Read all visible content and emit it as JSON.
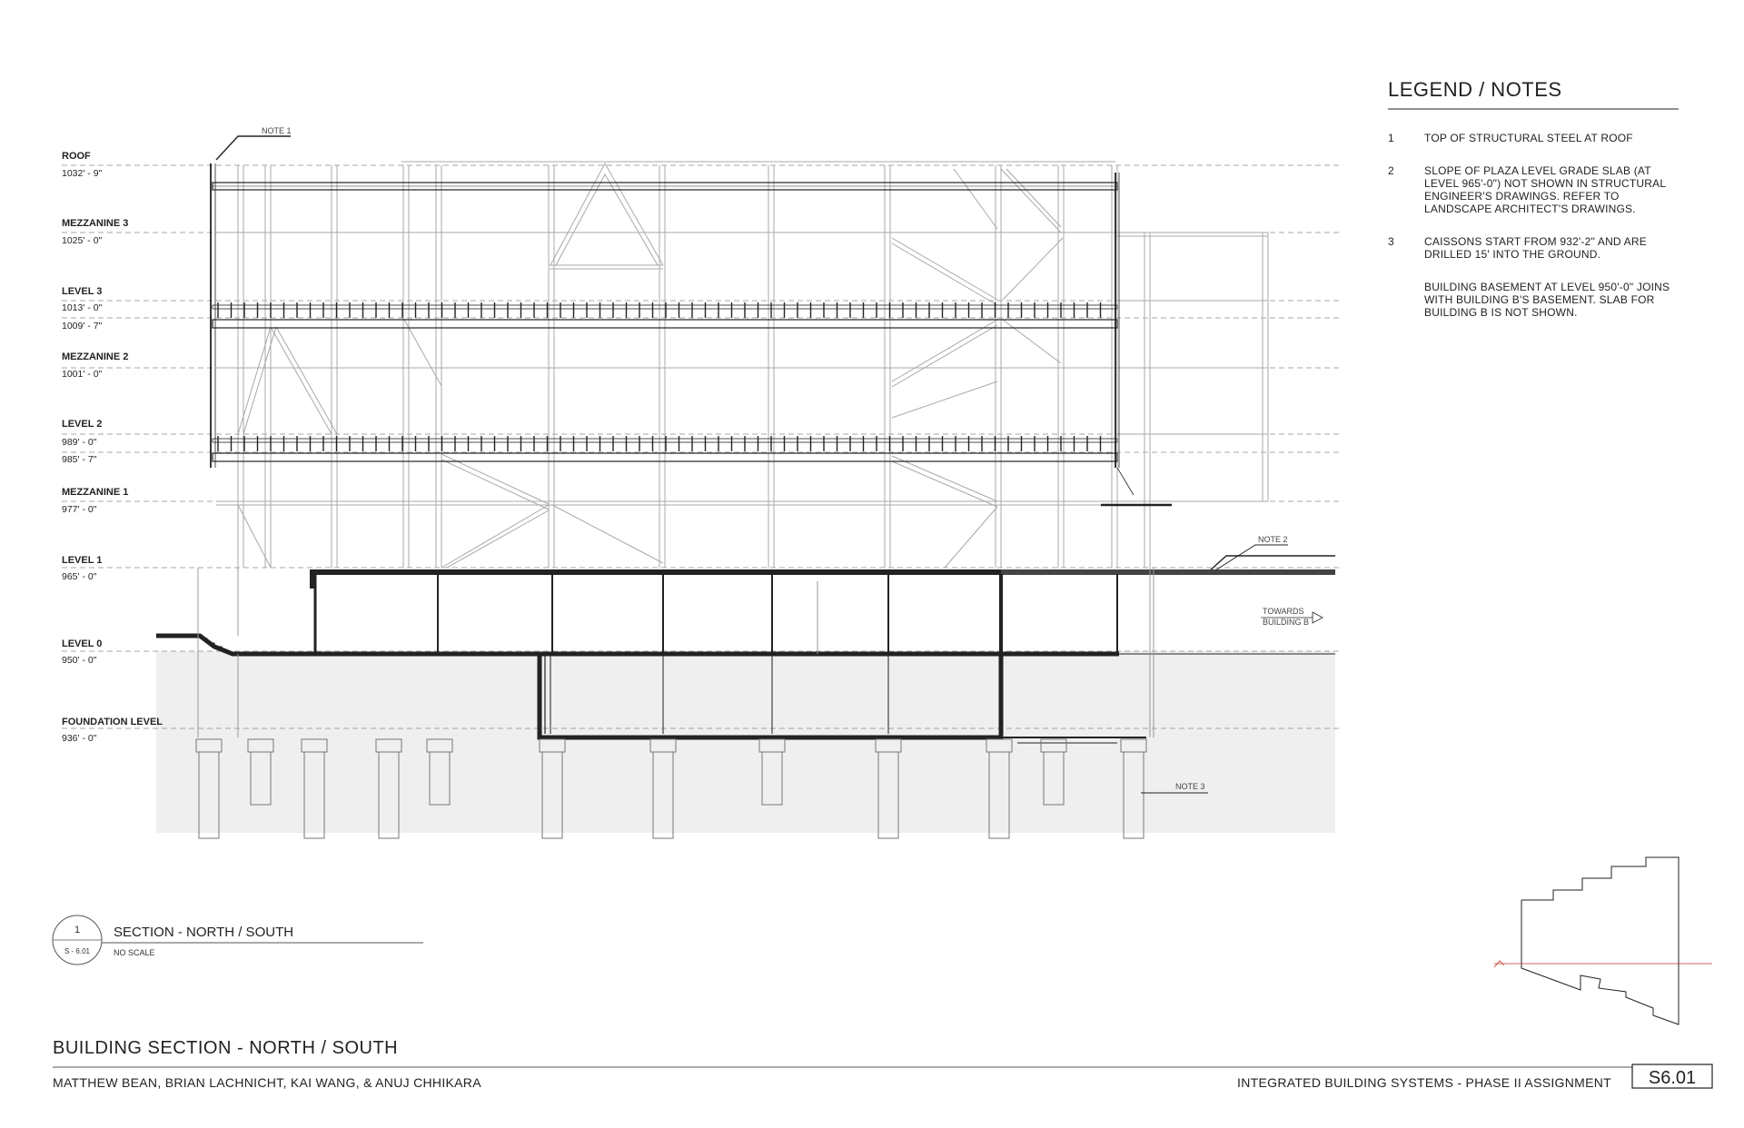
{
  "levels": [
    {
      "name": "ROOF",
      "elev": "1032' - 9\""
    },
    {
      "name": "MEZZANINE 3",
      "elev": "1025' - 0\""
    },
    {
      "name": "LEVEL 3",
      "elev": "1013' - 0\""
    },
    {
      "name": "",
      "elev": "1009' - 7\""
    },
    {
      "name": "MEZZANINE 2",
      "elev": "1001' - 0\""
    },
    {
      "name": "LEVEL 2",
      "elev": "989' - 0\""
    },
    {
      "name": "",
      "elev": "985' - 7\""
    },
    {
      "name": "MEZZANINE 1",
      "elev": "977' - 0\""
    },
    {
      "name": "LEVEL 1",
      "elev": "965' - 0\""
    },
    {
      "name": "LEVEL 0",
      "elev": "950' - 0\""
    },
    {
      "name": "FOUNDATION LEVEL",
      "elev": "936' - 0\""
    }
  ],
  "tags": {
    "note1": "NOTE 1",
    "note2": "NOTE 2",
    "note3": "NOTE 3",
    "towards_1": "TOWARDS",
    "towards_2": "BUILDING B"
  },
  "legend": {
    "title": "LEGEND / NOTES",
    "notes": [
      {
        "num": "1",
        "lines": [
          "TOP OF STRUCTURAL STEEL AT ROOF"
        ]
      },
      {
        "num": "2",
        "lines": [
          "SLOPE OF PLAZA LEVEL GRADE SLAB (AT",
          "LEVEL 965'-0\") NOT SHOWN IN STRUCTURAL",
          "ENGINEER'S DRAWINGS. REFER TO",
          "LANDSCAPE ARCHITECT'S DRAWINGS."
        ]
      },
      {
        "num": "3",
        "lines": [
          "CAISSONS START FROM 932'-2\" AND ARE",
          "DRILLED 15' INTO THE GROUND."
        ]
      },
      {
        "num": "",
        "lines": [
          "BUILDING BASEMENT AT LEVEL 950'-0\" JOINS",
          "WITH BUILDING B'S BASEMENT. SLAB FOR",
          "BUILDING B IS NOT SHOWN."
        ]
      }
    ]
  },
  "section_tag": {
    "number": "1",
    "sheet_ref": "S - 6.01",
    "title": "SECTION - NORTH / SOUTH",
    "scale": "NO SCALE"
  },
  "title_block": {
    "title": "BUILDING SECTION - NORTH / SOUTH",
    "authors": "MATTHEW BEAN, BRIAN LACHNICHT, KAI WANG, & ANUJ CHHIKARA",
    "project": "INTEGRATED BUILDING SYSTEMS - PHASE II ASSIGNMENT",
    "sheet_number": "S6.01"
  },
  "colors": {
    "line": "#222222",
    "light": "#9a9a9a",
    "ground": "#efefef",
    "marker": "#c0392b"
  }
}
